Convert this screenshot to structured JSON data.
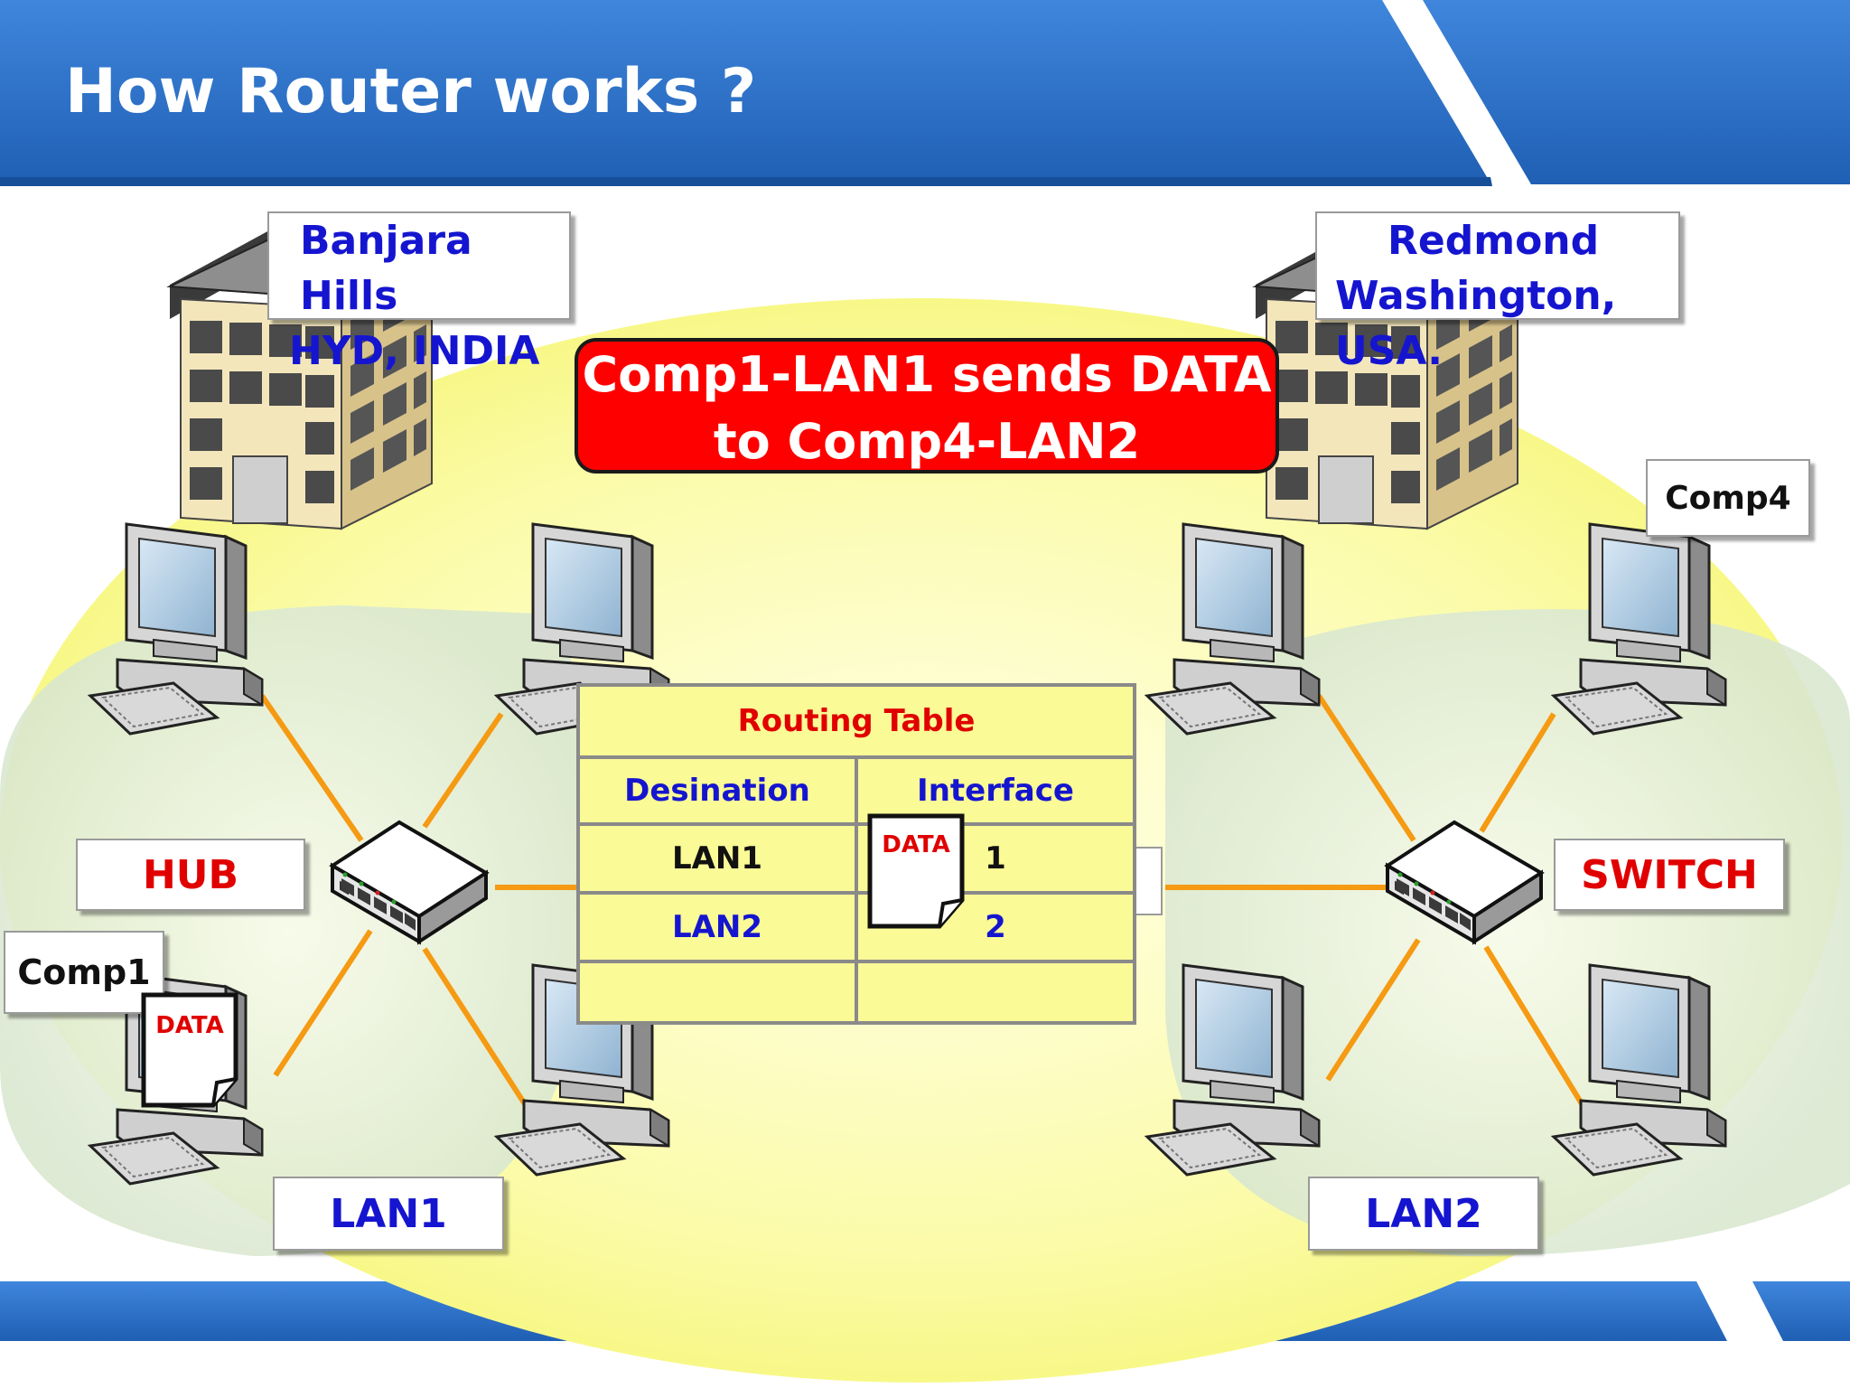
{
  "slide": {
    "title": "How Router works ?"
  },
  "locations": {
    "left": {
      "line1": "Banjara Hills",
      "line2": "HYD, INDIA"
    },
    "right": {
      "line1": "Redmond",
      "line2": "Washington, USA."
    }
  },
  "message": {
    "line1": "Comp1-LAN1 sends DATA",
    "line2": "to Comp4-LAN2"
  },
  "labels": {
    "hub": "HUB",
    "switch": "SWITCH",
    "comp1": "Comp1",
    "comp4": "Comp4",
    "lan1": "LAN1",
    "lan2": "LAN2"
  },
  "routing_table": {
    "title": "Routing Table",
    "headers": [
      "Desination",
      "Interface"
    ],
    "rows": [
      {
        "destination": "LAN1",
        "interface": "1"
      },
      {
        "destination": "LAN2",
        "interface": "2"
      }
    ]
  },
  "data_packet": {
    "label": "DATA"
  },
  "colors": {
    "banner": "#2b6cc4",
    "cable": "#f59a12",
    "message_box": "#ff0000",
    "table_fill": "#fafa96",
    "label_blue": "#1515d0",
    "label_red": "#e00000"
  }
}
